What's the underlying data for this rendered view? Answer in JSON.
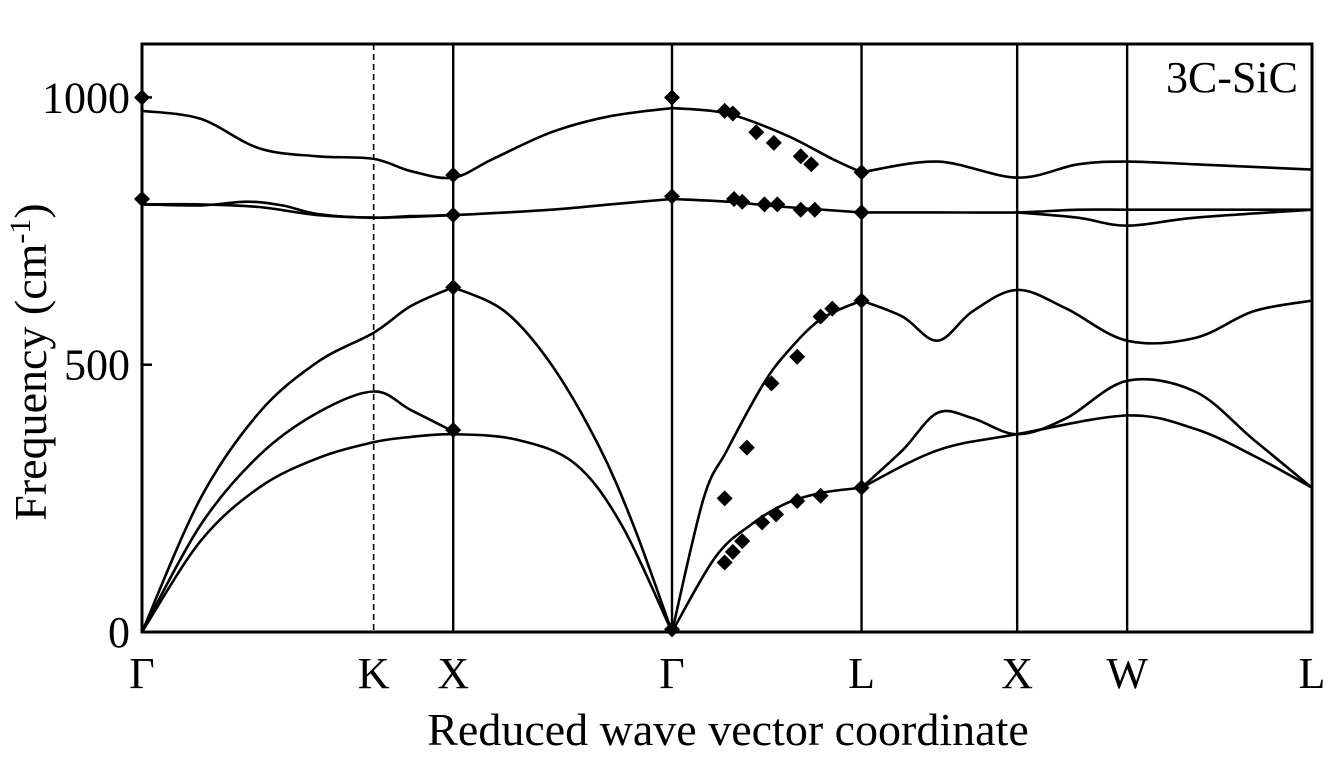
{
  "chart_data": {
    "type": "line",
    "figure_label": "3C-SiC",
    "xlabel": "Reduced wave vector coordinate",
    "ylabel": "Frequency (cm",
    "ylabel_superscript": "-1",
    "ylabel_close": ")",
    "ylim": [
      0,
      1100
    ],
    "yticks": [
      0,
      500,
      1000
    ],
    "ytick_labels": [
      "0",
      "500",
      "1000"
    ],
    "xlim": [
      0,
      1
    ],
    "symmetry_points": [
      {
        "label": "Γ",
        "x": 0.0,
        "style": "none"
      },
      {
        "label": "K",
        "x": 0.198,
        "style": "dashed"
      },
      {
        "label": "X",
        "x": 0.266,
        "style": "solid"
      },
      {
        "label": "Γ",
        "x": 0.453,
        "style": "solid"
      },
      {
        "label": "L",
        "x": 0.615,
        "style": "solid"
      },
      {
        "label": "X",
        "x": 0.748,
        "style": "solid"
      },
      {
        "label": "W",
        "x": 0.842,
        "style": "solid"
      },
      {
        "label": "L",
        "x": 1.0,
        "style": "none"
      }
    ],
    "grid": false,
    "legend": "none",
    "series": [
      {
        "values": [
          [
            0,
            0
          ],
          [
            0.05,
            200
          ],
          [
            0.1,
            330
          ],
          [
            0.15,
            410
          ],
          [
            0.198,
            450
          ],
          [
            0.23,
            415
          ],
          [
            0.266,
            375
          ]
        ]
      },
      {
        "values": [
          [
            0,
            0
          ],
          [
            0.05,
            250
          ],
          [
            0.1,
            410
          ],
          [
            0.15,
            505
          ],
          [
            0.198,
            560
          ],
          [
            0.23,
            610
          ],
          [
            0.266,
            645
          ]
        ]
      },
      {
        "values": [
          [
            0,
            0
          ],
          [
            0.05,
            170
          ],
          [
            0.1,
            270
          ],
          [
            0.15,
            325
          ],
          [
            0.198,
            355
          ],
          [
            0.23,
            365
          ],
          [
            0.266,
            370
          ],
          [
            0.32,
            360
          ],
          [
            0.37,
            315
          ],
          [
            0.41,
            200
          ],
          [
            0.453,
            0
          ]
        ]
      },
      {
        "values": [
          [
            0.266,
            645
          ],
          [
            0.31,
            600
          ],
          [
            0.35,
            500
          ],
          [
            0.39,
            350
          ],
          [
            0.42,
            200
          ],
          [
            0.453,
            0
          ]
        ]
      },
      {
        "values": [
          [
            0,
            800
          ],
          [
            0.05,
            800
          ],
          [
            0.1,
            795
          ],
          [
            0.15,
            780
          ],
          [
            0.198,
            775
          ],
          [
            0.23,
            778
          ],
          [
            0.266,
            780
          ],
          [
            0.35,
            790
          ],
          [
            0.4,
            800
          ],
          [
            0.453,
            810
          ]
        ]
      },
      {
        "values": [
          [
            0,
            800
          ],
          [
            0.05,
            798
          ],
          [
            0.09,
            805
          ],
          [
            0.12,
            798
          ],
          [
            0.15,
            782
          ],
          [
            0.198,
            775
          ],
          [
            0.266,
            780
          ]
        ]
      },
      {
        "values": [
          [
            0,
            975
          ],
          [
            0.05,
            960
          ],
          [
            0.1,
            905
          ],
          [
            0.15,
            890
          ],
          [
            0.198,
            885
          ],
          [
            0.23,
            862
          ],
          [
            0.266,
            850
          ],
          [
            0.3,
            885
          ],
          [
            0.35,
            935
          ],
          [
            0.4,
            965
          ],
          [
            0.453,
            980
          ]
        ]
      },
      {
        "values": [
          [
            0.453,
            0
          ],
          [
            0.49,
            140
          ],
          [
            0.52,
            200
          ],
          [
            0.55,
            240
          ],
          [
            0.58,
            260
          ],
          [
            0.615,
            270
          ]
        ]
      },
      {
        "values": [
          [
            0.453,
            0
          ],
          [
            0.48,
            250
          ],
          [
            0.5,
            340
          ],
          [
            0.53,
            460
          ],
          [
            0.55,
            520
          ],
          [
            0.58,
            585
          ],
          [
            0.615,
            620
          ]
        ]
      },
      {
        "values": [
          [
            0.453,
            810
          ],
          [
            0.5,
            805
          ],
          [
            0.55,
            795
          ],
          [
            0.615,
            785
          ]
        ]
      },
      {
        "values": [
          [
            0.453,
            980
          ],
          [
            0.5,
            970
          ],
          [
            0.55,
            930
          ],
          [
            0.59,
            885
          ],
          [
            0.615,
            860
          ]
        ]
      },
      {
        "values": [
          [
            0.615,
            620
          ],
          [
            0.65,
            590
          ],
          [
            0.68,
            545
          ],
          [
            0.71,
            600
          ],
          [
            0.748,
            640
          ],
          [
            0.79,
            605
          ],
          [
            0.842,
            545
          ],
          [
            0.9,
            550
          ],
          [
            0.95,
            600
          ],
          [
            1.0,
            620
          ]
        ]
      },
      {
        "values": [
          [
            0.615,
            270
          ],
          [
            0.65,
            340
          ],
          [
            0.68,
            410
          ],
          [
            0.71,
            400
          ],
          [
            0.748,
            370
          ],
          [
            0.79,
            400
          ],
          [
            0.842,
            470
          ],
          [
            0.9,
            450
          ],
          [
            0.95,
            360
          ],
          [
            1.0,
            270
          ]
        ]
      },
      {
        "values": [
          [
            0.615,
            270
          ],
          [
            0.68,
            340
          ],
          [
            0.748,
            370
          ],
          [
            0.842,
            405
          ],
          [
            0.9,
            380
          ],
          [
            0.95,
            330
          ],
          [
            1.0,
            270
          ]
        ]
      },
      {
        "values": [
          [
            0.615,
            785
          ],
          [
            0.68,
            785
          ],
          [
            0.748,
            785
          ],
          [
            0.8,
            790
          ],
          [
            0.842,
            790
          ],
          [
            0.9,
            790
          ],
          [
            1.0,
            790
          ]
        ]
      },
      {
        "values": [
          [
            0.748,
            785
          ],
          [
            0.8,
            775
          ],
          [
            0.842,
            760
          ],
          [
            0.9,
            775
          ],
          [
            1.0,
            790
          ]
        ]
      },
      {
        "values": [
          [
            0.615,
            860
          ],
          [
            0.68,
            880
          ],
          [
            0.748,
            850
          ],
          [
            0.8,
            875
          ],
          [
            0.842,
            880
          ],
          [
            0.9,
            875
          ],
          [
            1.0,
            865
          ]
        ]
      }
    ],
    "markers": [
      {
        "x": 0.0,
        "y": 1000
      },
      {
        "x": 0.0,
        "y": 810
      },
      {
        "x": 0.266,
        "y": 855
      },
      {
        "x": 0.266,
        "y": 780
      },
      {
        "x": 0.266,
        "y": 645
      },
      {
        "x": 0.266,
        "y": 378
      },
      {
        "x": 0.453,
        "y": 1000
      },
      {
        "x": 0.453,
        "y": 815
      },
      {
        "x": 0.453,
        "y": 5
      },
      {
        "x": 0.498,
        "y": 975
      },
      {
        "x": 0.505,
        "y": 970
      },
      {
        "x": 0.525,
        "y": 935
      },
      {
        "x": 0.54,
        "y": 915
      },
      {
        "x": 0.563,
        "y": 890
      },
      {
        "x": 0.572,
        "y": 875
      },
      {
        "x": 0.506,
        "y": 810
      },
      {
        "x": 0.513,
        "y": 805
      },
      {
        "x": 0.532,
        "y": 800
      },
      {
        "x": 0.543,
        "y": 800
      },
      {
        "x": 0.563,
        "y": 790
      },
      {
        "x": 0.575,
        "y": 790
      },
      {
        "x": 0.498,
        "y": 250
      },
      {
        "x": 0.517,
        "y": 345
      },
      {
        "x": 0.538,
        "y": 465
      },
      {
        "x": 0.56,
        "y": 515
      },
      {
        "x": 0.58,
        "y": 590
      },
      {
        "x": 0.59,
        "y": 605
      },
      {
        "x": 0.498,
        "y": 130
      },
      {
        "x": 0.505,
        "y": 150
      },
      {
        "x": 0.513,
        "y": 170
      },
      {
        "x": 0.53,
        "y": 205
      },
      {
        "x": 0.542,
        "y": 220
      },
      {
        "x": 0.56,
        "y": 245
      },
      {
        "x": 0.58,
        "y": 255
      },
      {
        "x": 0.615,
        "y": 860
      },
      {
        "x": 0.615,
        "y": 785
      },
      {
        "x": 0.615,
        "y": 620
      },
      {
        "x": 0.615,
        "y": 270
      }
    ]
  }
}
